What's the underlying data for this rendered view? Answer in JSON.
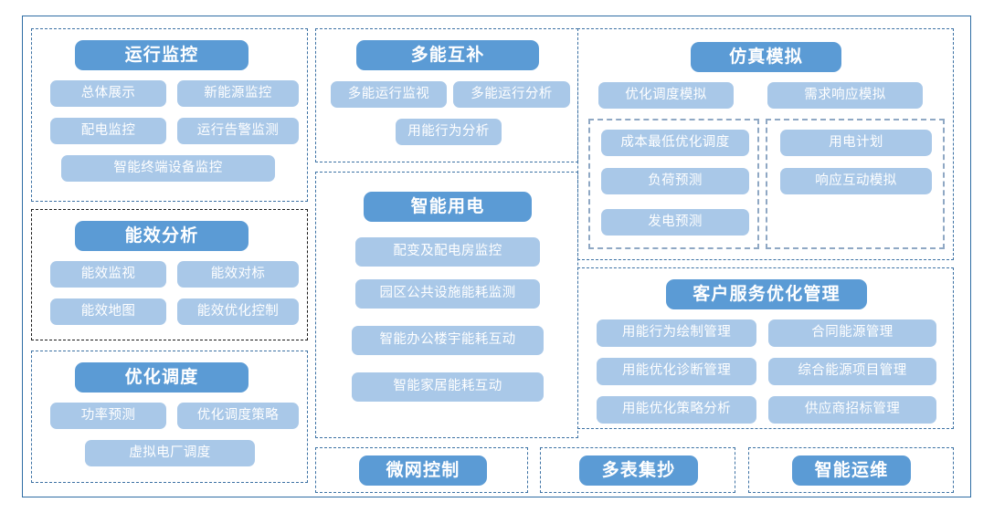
{
  "diagram": {
    "title_visible": false,
    "colors": {
      "frame_border": "#2e6da4",
      "group_border_blue": "#3d72a4",
      "group_border_dark": "#1a1a1a",
      "subbox_border": "#8fa8c4",
      "header_pill": "#5b9bd5",
      "item_pill": "#a9c8e8",
      "pill_text": "#ffffff",
      "background": "#ffffff"
    }
  },
  "groups": [
    {
      "id": "operation-monitoring",
      "header": "运行监控",
      "items": [
        "总体展示",
        "新能源监控",
        "配电监控",
        "运行告警监测",
        "智能终端设备监控"
      ]
    },
    {
      "id": "energy-efficiency-analysis",
      "header": "能效分析",
      "items": [
        "能效监视",
        "能效对标",
        "能效地图",
        "能效优化控制"
      ]
    },
    {
      "id": "optimal-dispatch",
      "header": "优化调度",
      "items": [
        "功率预测",
        "优化调度策略",
        "虚拟电厂调度"
      ]
    },
    {
      "id": "multi-energy-complementarity",
      "header": "多能互补",
      "items": [
        "多能运行监视",
        "多能运行分析",
        "用能行为分析"
      ]
    },
    {
      "id": "smart-electricity",
      "header": "智能用电",
      "items": [
        "配变及配电房监控",
        "园区公共设施能耗监测",
        "智能办公楼宇能耗互动",
        "智能家居能耗互动"
      ]
    },
    {
      "id": "simulation",
      "header": "仿真模拟",
      "items": [
        "优化调度模拟",
        "需求响应模拟"
      ],
      "subgroups": [
        {
          "id": "simulation-sub-left",
          "items": [
            "成本最低优化调度",
            "负荷预测",
            "发电预测"
          ]
        },
        {
          "id": "simulation-sub-right",
          "items": [
            "用电计划",
            "响应互动模拟"
          ]
        }
      ]
    },
    {
      "id": "customer-service-optimization",
      "header": "客户服务优化管理",
      "items": [
        "用能行为绘制管理",
        "合同能源管理",
        "用能优化诊断管理",
        "综合能源项目管理",
        "用能优化策略分析",
        "供应商招标管理"
      ]
    },
    {
      "id": "microgrid-control",
      "header": "微网控制",
      "items": []
    },
    {
      "id": "multi-meter-reading",
      "header": "多表集抄",
      "items": []
    },
    {
      "id": "smart-operation-maintenance",
      "header": "智能运维",
      "items": []
    }
  ]
}
